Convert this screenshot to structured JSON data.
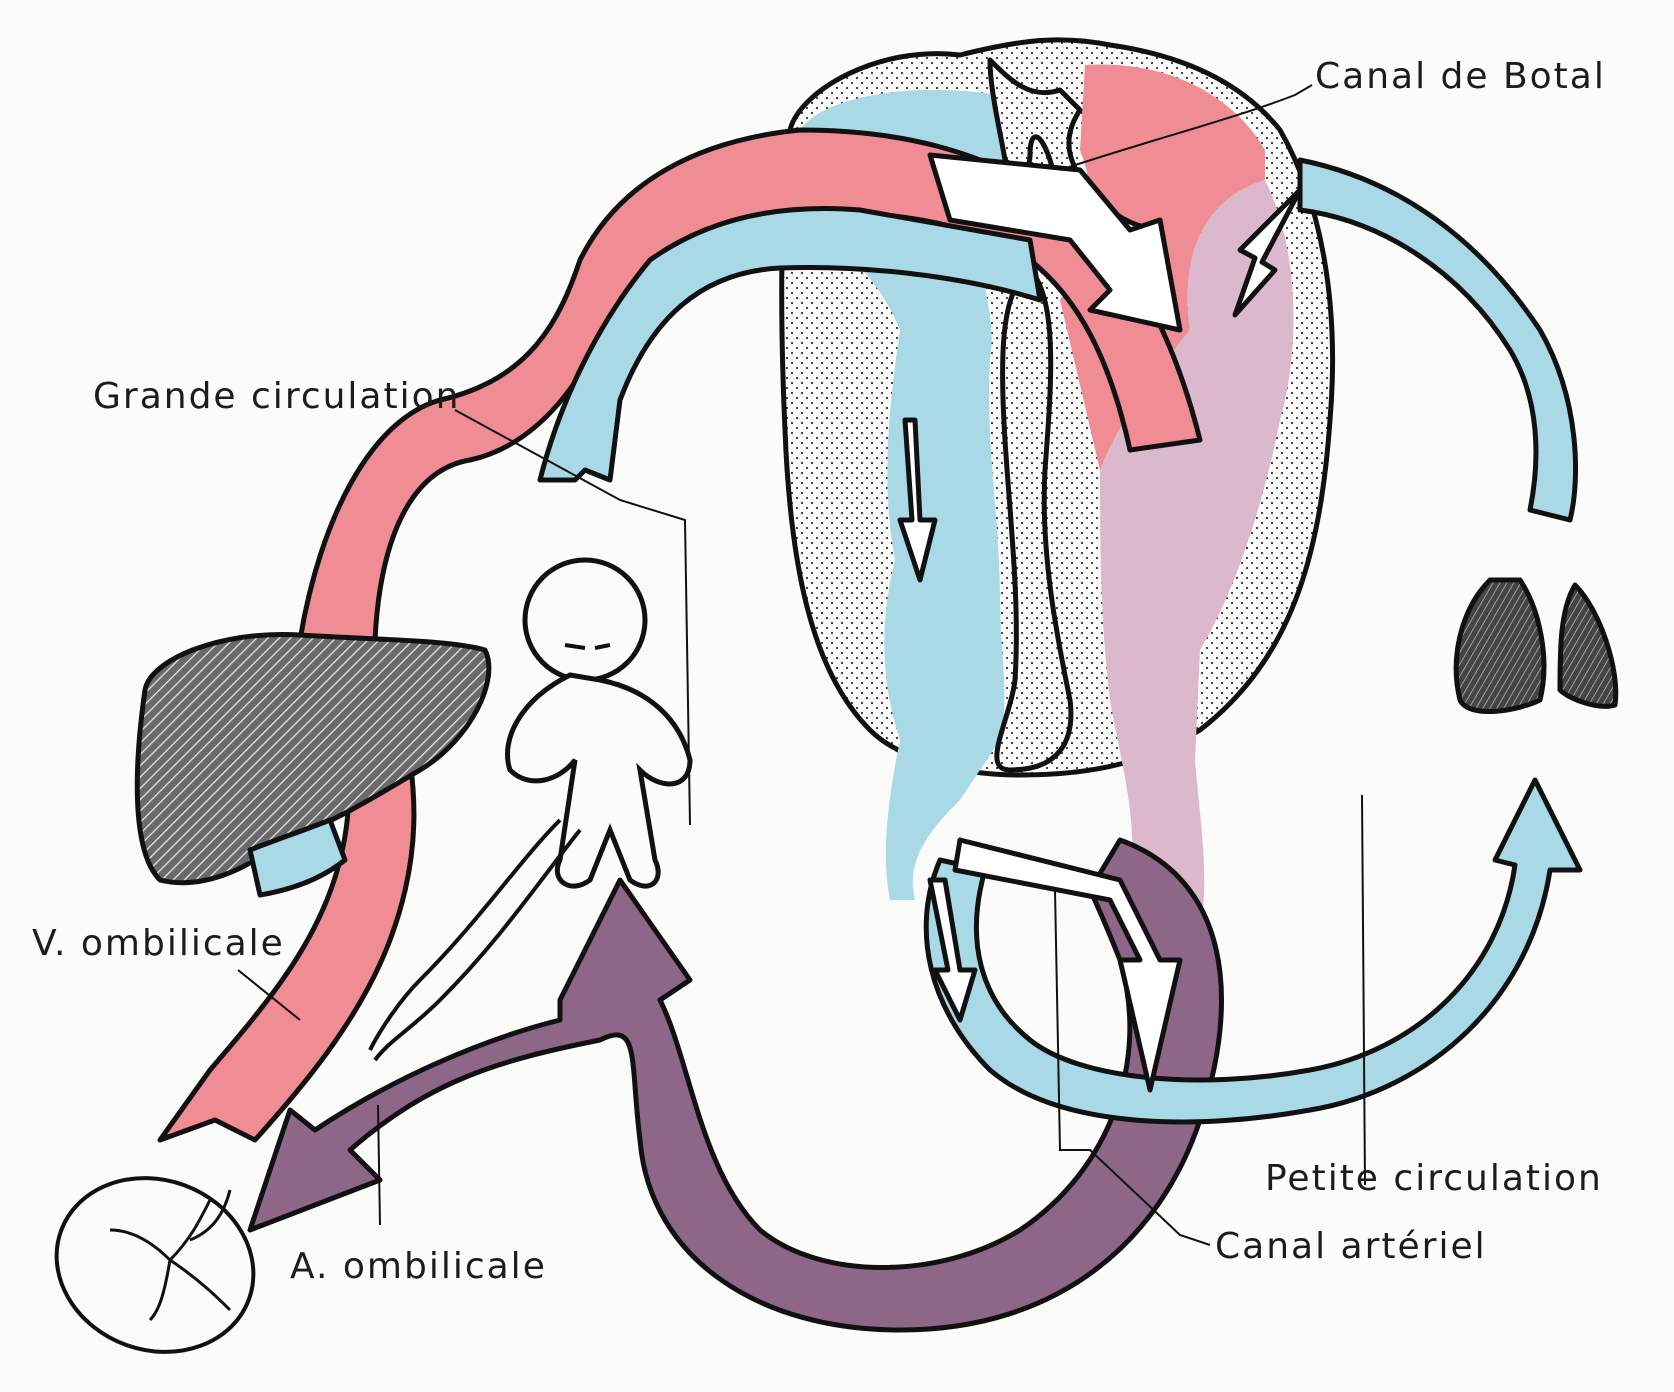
{
  "labels": {
    "canal_de_botal": "Canal de Botal",
    "grande_circulation": "Grande circulation",
    "v_ombilicale": "V. ombilicale",
    "a_ombilicale": "A. ombilicale",
    "petite_circulation": "Petite circulation",
    "canal_arteriel": "Canal artériel"
  },
  "colors": {
    "oxygenated": "#ef8c94",
    "deoxygenated": "#a9d9e6",
    "mixed": "#dcb8cc",
    "umbilical_arterial": "#8e6788",
    "outline": "#111111",
    "background": "#fbfbfa"
  }
}
